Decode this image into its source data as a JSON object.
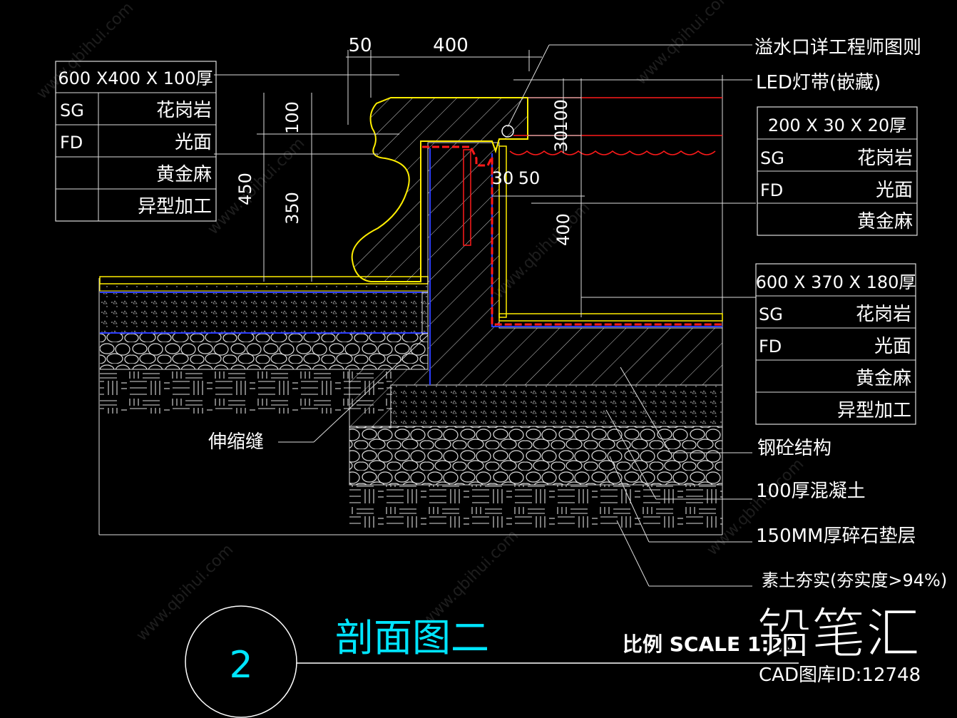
{
  "left_table": {
    "header": "600 X400 X 100厚",
    "rows": [
      [
        "SG",
        "花岗岩"
      ],
      [
        "FD",
        "光面"
      ],
      [
        "",
        "黄金麻"
      ],
      [
        "",
        "异型加工"
      ]
    ]
  },
  "right_table_top": {
    "header": "200 X 30 X 20厚",
    "rows": [
      [
        "SG",
        "花岗岩"
      ],
      [
        "FD",
        "光面"
      ],
      [
        "",
        "黄金麻"
      ]
    ]
  },
  "right_table_bottom": {
    "header": "600 X 370 X 180厚",
    "rows": [
      [
        "SG",
        "花岗岩"
      ],
      [
        "FD",
        "光面"
      ],
      [
        "",
        "黄金麻"
      ],
      [
        "",
        "异型加工"
      ]
    ]
  },
  "dimensions": {
    "d50_top": "50",
    "d400_top": "400",
    "d100_left": "100",
    "d450": "450",
    "d350": "350",
    "d30_right": "30",
    "d100_right": "100",
    "d30_bottom": "30",
    "d50_bottom": "50",
    "d400_right": "400"
  },
  "callouts": {
    "overflow": "溢水口详工程师图则",
    "led": "LED灯带(嵌藏)",
    "expansion_joint": "伸缩缝",
    "structure": "钢砼结构",
    "concrete": "100厚混凝土",
    "gravel": "150MM厚碎石垫层",
    "soil": "素土夯实(夯实度>94%)"
  },
  "title": {
    "number": "2",
    "name": "剖面图二",
    "scale": "比例 SCALE  1:20"
  },
  "watermark": {
    "logo": "铅笔汇",
    "id": "CAD图库ID:12748",
    "diag": "www.qbihui.com"
  }
}
